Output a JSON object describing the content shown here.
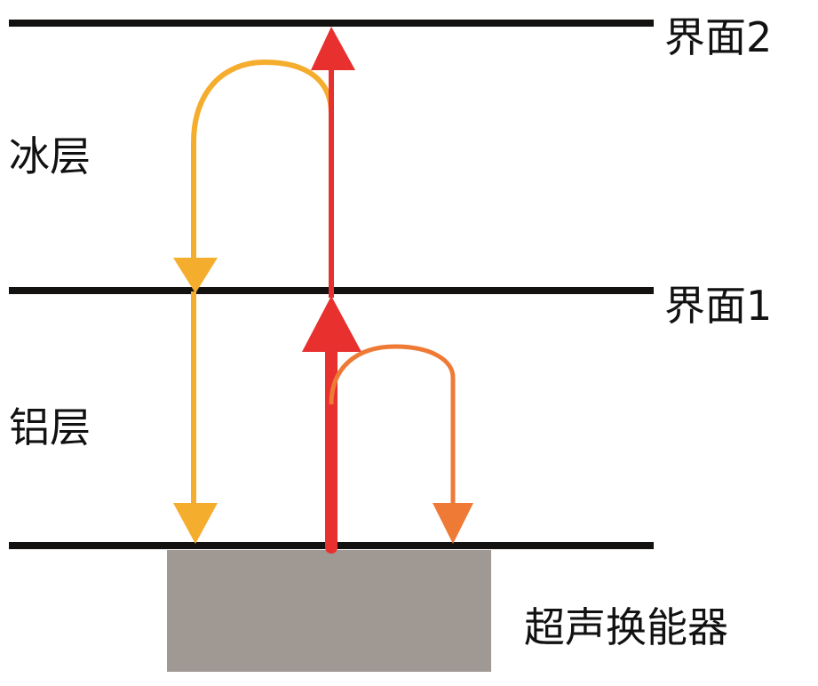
{
  "labels": {
    "interface2": "界面2",
    "interface1": "界面1",
    "ice_layer": "冰层",
    "aluminum_layer": "铝层",
    "transducer": "超声换能器"
  },
  "colors": {
    "boundary": "#141210",
    "transducer": "#a09893",
    "transmitted_wave": "#e8302e",
    "ice_echo": "#f5ad2d",
    "aluminum_echo": "#ee7a35"
  }
}
